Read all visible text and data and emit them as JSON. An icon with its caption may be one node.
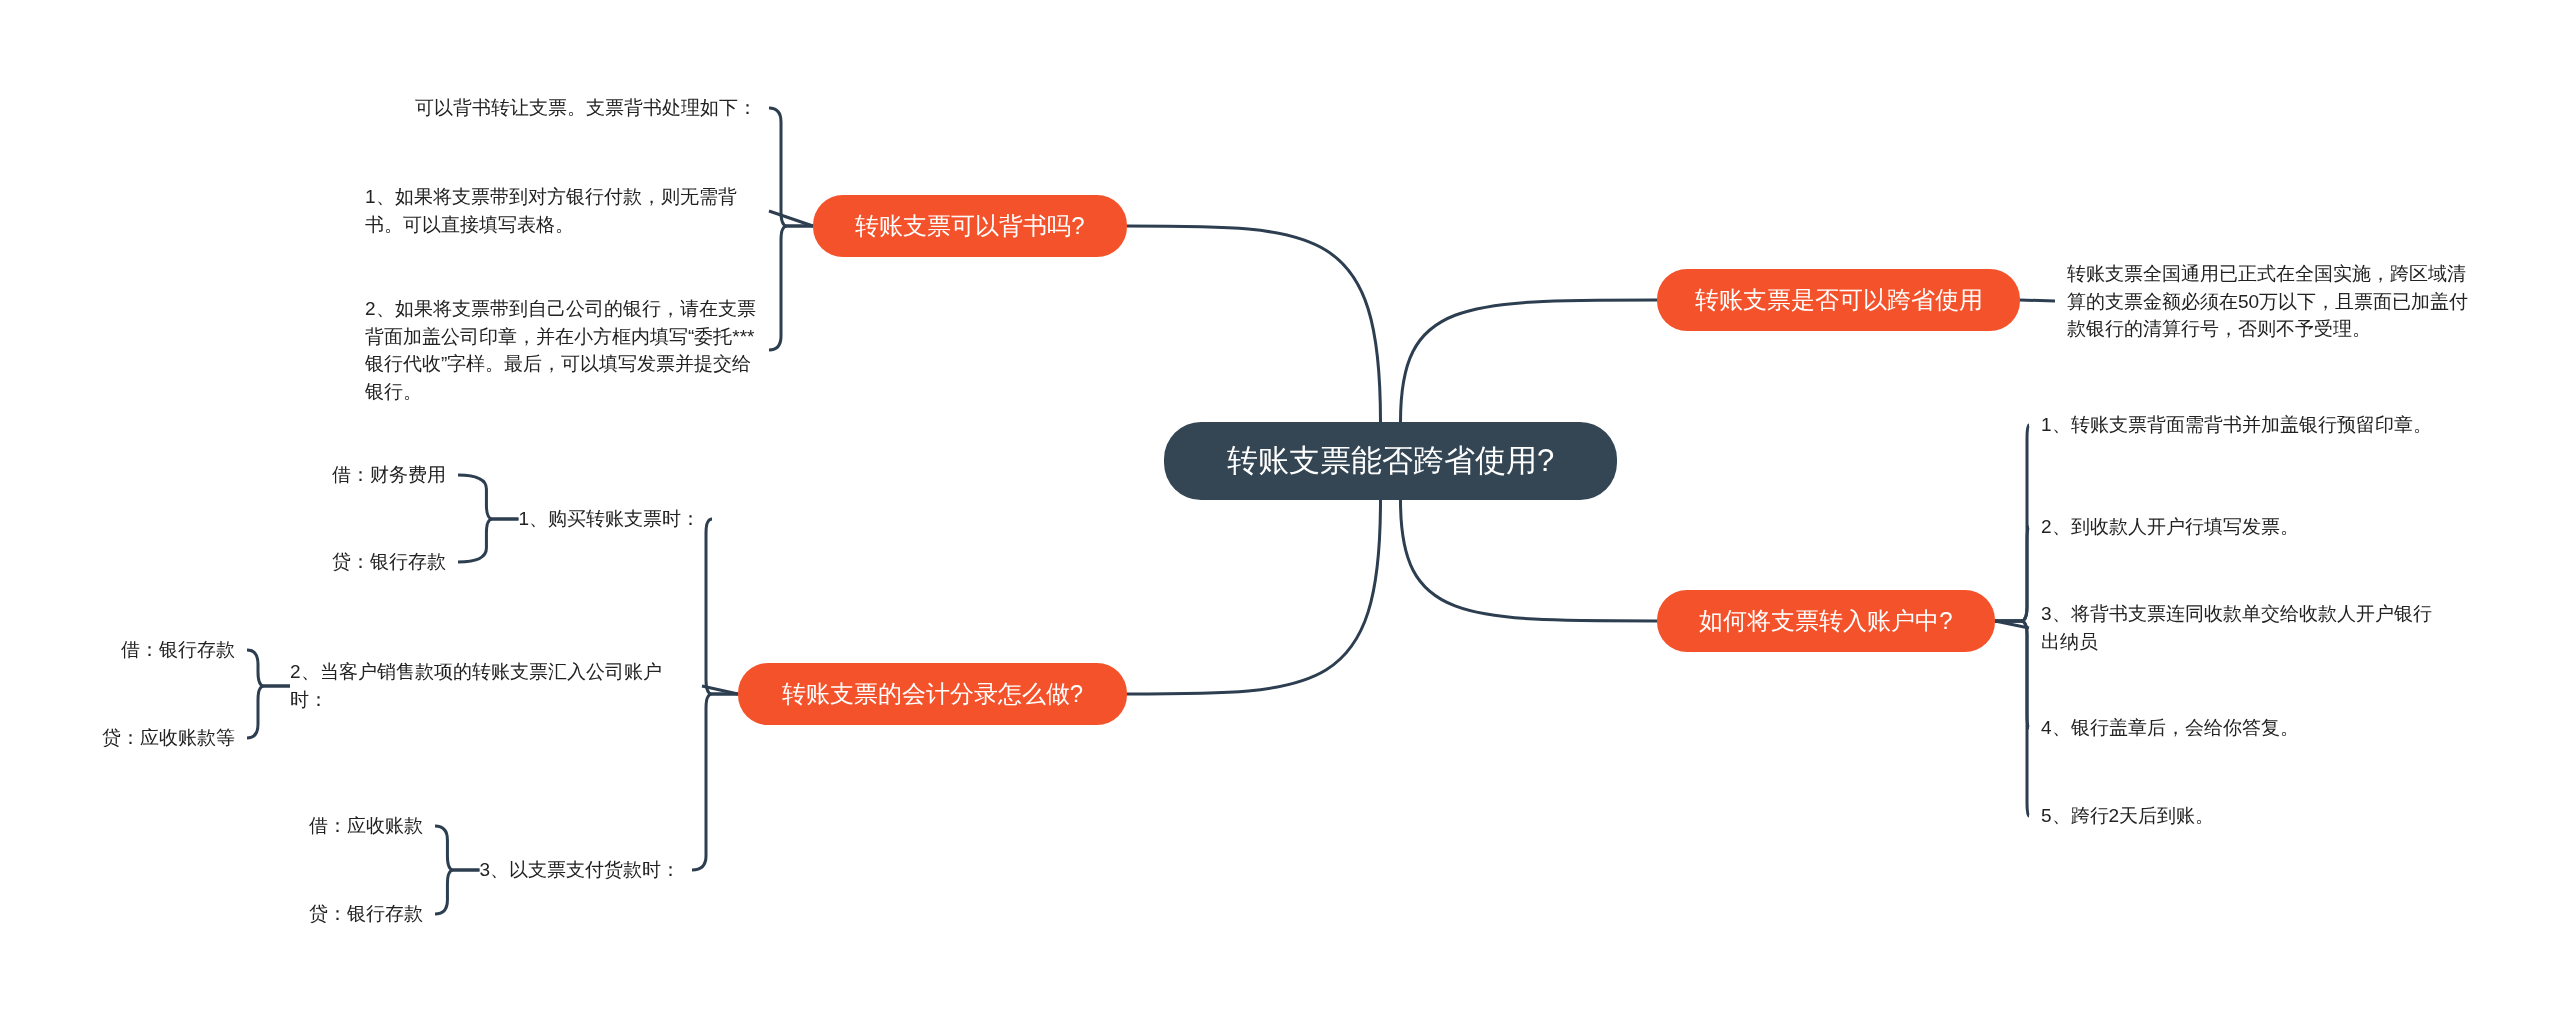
{
  "diagram": {
    "nodes": [
      {
        "text": [
          "转账支票能否跨省使用?"
        ]
      },
      {
        "text": [
          "转账支票可以背书吗?"
        ]
      },
      {
        "text": [
          "可以背书转让支票。支票背书处理如下："
        ]
      },
      {
        "text": [
          "1、如果将支票带到对方银行付款，则无需背书。可以直接填写表格。"
        ]
      },
      {
        "text": [
          "2、如果将支票带到自己公司的银行，请在支票背面加盖公司印章，并在小方框内填写“委托***银行代收”字样。最后，可以填写发票并提交给银行。"
        ]
      },
      {
        "text": [
          "转账支票的会计分录怎么做?"
        ]
      },
      {
        "text": [
          "1、购买转账支票时："
        ]
      },
      {
        "text": [
          "借：财务费用"
        ]
      },
      {
        "text": [
          "贷：银行存款"
        ]
      },
      {
        "text": [
          "2、当客户销售款项的转账支票汇入公司账户时："
        ]
      },
      {
        "text": [
          "借：银行存款"
        ]
      },
      {
        "text": [
          "贷：应收账款等"
        ]
      },
      {
        "text": [
          "3、以支票支付货款时："
        ]
      },
      {
        "text": [
          "借：应收账款"
        ]
      },
      {
        "text": [
          "贷：银行存款"
        ]
      },
      {
        "text": [
          "转账支票是否可以跨省使用"
        ]
      },
      {
        "text": [
          "转账支票全国通用已正式在全国实施，跨区域清算的支票金额必须在50万以下，且票面已加盖付款银行的清算行号，否则不予受理。"
        ]
      },
      {
        "text": [
          "如何将支票转入账户中?"
        ]
      },
      {
        "text": [
          "1、转账支票背面需背书并加盖银行预留印章。"
        ]
      },
      {
        "text": [
          "2、到收款人开户行填写发票。"
        ]
      },
      {
        "text": [
          "3、将背书支票连同收款单交给收款人开户银行出纳员"
        ]
      },
      {
        "text": [
          "4、银行盖章后，会给你答复。"
        ]
      },
      {
        "text": [
          "5、跨行2天后到账。"
        ]
      }
    ],
    "edges": [
      {
        "from": 0,
        "to": 1,
        "arrow": "none"
      },
      {
        "from": 0,
        "to": 5,
        "arrow": "none"
      },
      {
        "from": 0,
        "to": 15,
        "arrow": "none"
      },
      {
        "from": 0,
        "to": 17,
        "arrow": "none"
      },
      {
        "from": 1,
        "to": 2,
        "arrow": "none"
      },
      {
        "from": 1,
        "to": 3,
        "arrow": "none"
      },
      {
        "from": 1,
        "to": 4,
        "arrow": "none"
      },
      {
        "from": 5,
        "to": 6,
        "arrow": "none"
      },
      {
        "from": 5,
        "to": 9,
        "arrow": "none"
      },
      {
        "from": 5,
        "to": 12,
        "arrow": "none"
      },
      {
        "from": 6,
        "to": 7,
        "arrow": "none"
      },
      {
        "from": 6,
        "to": 8,
        "arrow": "none"
      },
      {
        "from": 9,
        "to": 10,
        "arrow": "none"
      },
      {
        "from": 9,
        "to": 11,
        "arrow": "none"
      },
      {
        "from": 12,
        "to": 13,
        "arrow": "none"
      },
      {
        "from": 12,
        "to": 14,
        "arrow": "none"
      },
      {
        "from": 15,
        "to": 16,
        "arrow": "none"
      },
      {
        "from": 17,
        "to": 18,
        "arrow": "none"
      },
      {
        "from": 17,
        "to": 19,
        "arrow": "none"
      },
      {
        "from": 17,
        "to": 20,
        "arrow": "none"
      },
      {
        "from": 17,
        "to": 21,
        "arrow": "none"
      },
      {
        "from": 17,
        "to": 22,
        "arrow": "none"
      }
    ]
  }
}
